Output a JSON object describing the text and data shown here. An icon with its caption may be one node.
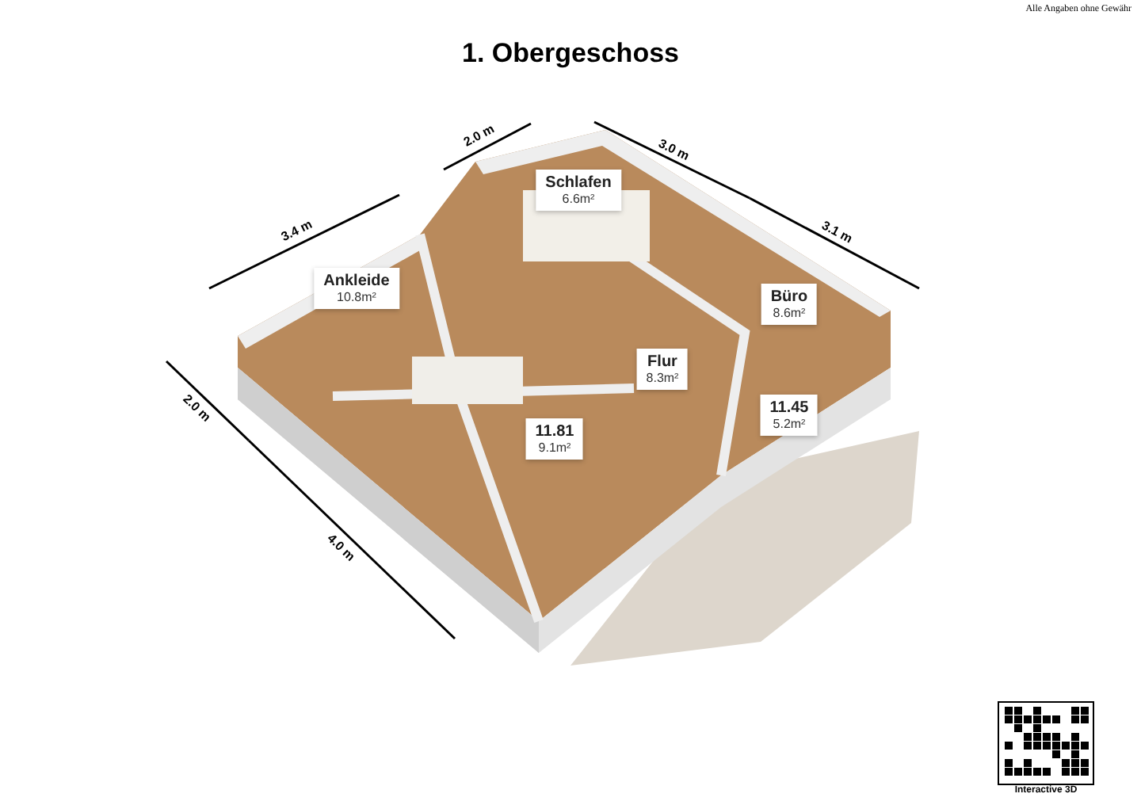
{
  "diagram": {
    "title": "1. Obergeschoss",
    "nodes": [
      {
        "text": [
          "Schlafen",
          "6.6m²"
        ]
      },
      {
        "text": [
          "Ankleide",
          "10.8m²"
        ]
      },
      {
        "text": [
          "Büro",
          "8.6m²"
        ]
      },
      {
        "text": [
          "Flur",
          "8.3m²"
        ]
      },
      {
        "text": [
          "11.45",
          "5.2m²"
        ]
      },
      {
        "text": [
          "11.81",
          "9.1m²"
        ]
      }
    ],
    "edges": [],
    "labels": [
      "Alle Angaben ohne Gewähr",
      "2.0 m",
      "3.0 m",
      "3.4 m",
      "3.1 m",
      "2.0 m",
      "4.0 m",
      "Interactive 3D"
    ]
  }
}
